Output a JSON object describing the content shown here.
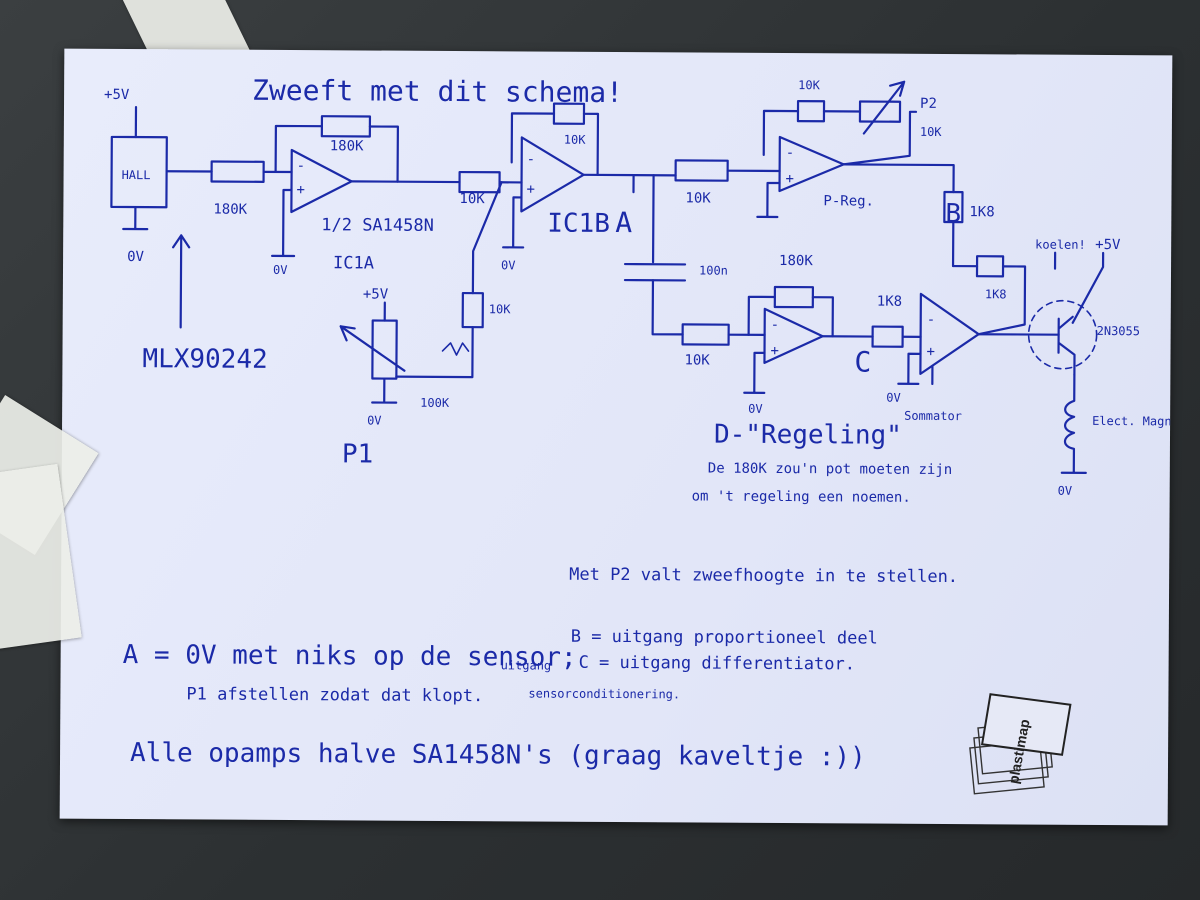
{
  "title": "Zweeft met dit schema!",
  "supply": {
    "v5_left": "+5V",
    "v5_pot": "+5V",
    "v5_right": "+5V",
    "gnd": "0V"
  },
  "sensor": {
    "box": "HALL",
    "part": "MLX90242"
  },
  "u1a": {
    "r_in": "180K",
    "r_fb": "180K",
    "chip": "1/2 SA1458N",
    "name": "IC1A"
  },
  "offset": {
    "r_top": "10K",
    "r_100k": "100K",
    "label": "P1"
  },
  "u1b": {
    "r_in": "10K",
    "r_fb": "10K",
    "name": "IC1B",
    "node": "A"
  },
  "prop": {
    "r_in": "10K",
    "r_fb": "10K",
    "pot": "P2",
    "pot_val": "10K",
    "label": "P-Reg.",
    "node": "B",
    "r_out": "1K8"
  },
  "diff": {
    "cap": "100n",
    "r_in": "10K",
    "r_fb": "180K",
    "node": "C",
    "label": "D-\"Regeling\"",
    "note1": "De 180K zou'n pot moeten zijn",
    "note2": "om 't regeling een noemen."
  },
  "sum": {
    "r_in": "1K8",
    "r_fb": "1K8",
    "label": "Sommator"
  },
  "driver": {
    "cooling": "koelen!",
    "transistor": "2N3055",
    "load": "Elect. Magn."
  },
  "notes": {
    "p2": "Met P2 valt zweefhoogte in te stellen.",
    "b": "B = uitgang proportioneel deel",
    "c": "C = uitgang differentiator.",
    "a": "A = 0V met niks op de sensor;",
    "a_side1": "uitgang",
    "a_side2": "sensorconditionering.",
    "p1": "P1 afstellen zodat dat klopt.",
    "opamps": "Alle opamps halve SA1458N's (graag kaveltje :))"
  },
  "logo": {
    "brand": "plastimap"
  }
}
